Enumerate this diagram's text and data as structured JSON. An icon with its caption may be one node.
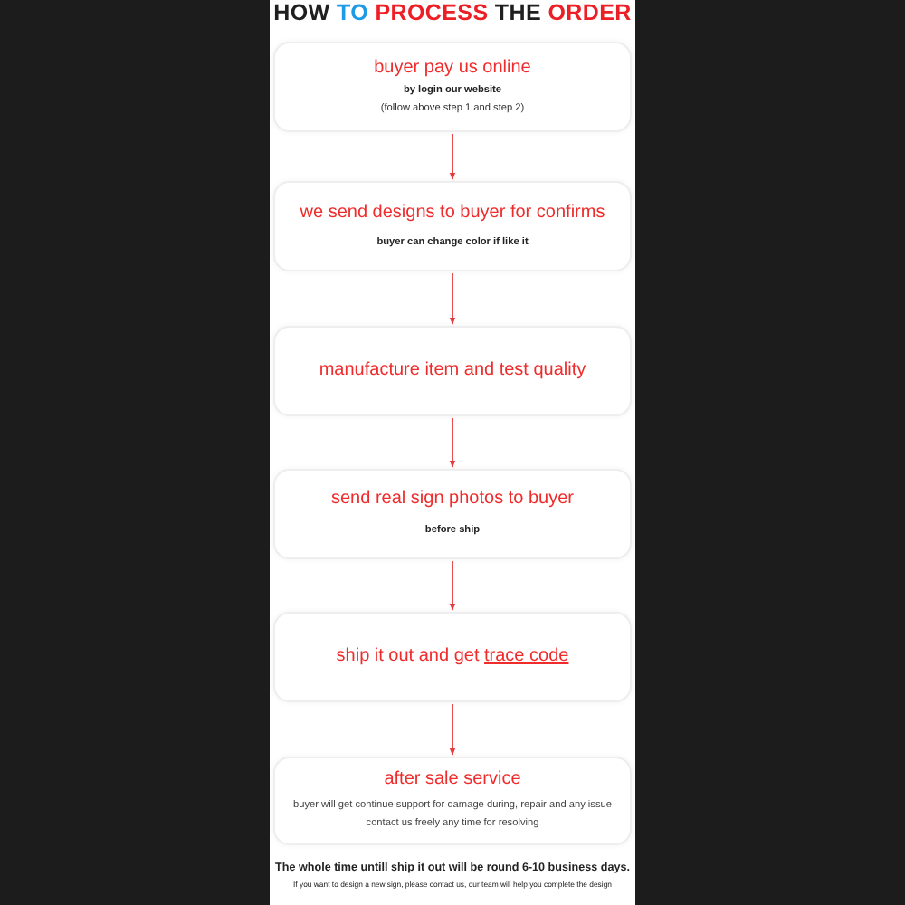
{
  "diagram": {
    "title": "HOW TO PROCESS THE ORDER",
    "nodes": [
      {
        "text": [
          "buyer pay us online",
          "by login our website",
          "(follow above step 1 and step 2)"
        ]
      },
      {
        "text": [
          "we send designs to buyer for confirms",
          "buyer can change color if like it"
        ]
      },
      {
        "text": [
          "manufacture item and test quality"
        ]
      },
      {
        "text": [
          "send real sign photos to buyer",
          "before ship"
        ]
      },
      {
        "text": [
          "ship it out and get trace code"
        ]
      },
      {
        "text": [
          "after sale service",
          "buyer will get continue support for damage during, repair and any issue contact us freely any time for resolving"
        ]
      }
    ],
    "edges": [
      {
        "from": 0,
        "to": 1,
        "arrow": "to"
      },
      {
        "from": 1,
        "to": 2,
        "arrow": "to"
      },
      {
        "from": 2,
        "to": 3,
        "arrow": "to"
      },
      {
        "from": 3,
        "to": 4,
        "arrow": "to"
      },
      {
        "from": 4,
        "to": 5,
        "arrow": "to"
      }
    ],
    "labels": [
      "The whole time untill ship it out will be round 6-10 business days.",
      "If you want to design a new sign, please contact us, our team will help you complete the design"
    ]
  }
}
